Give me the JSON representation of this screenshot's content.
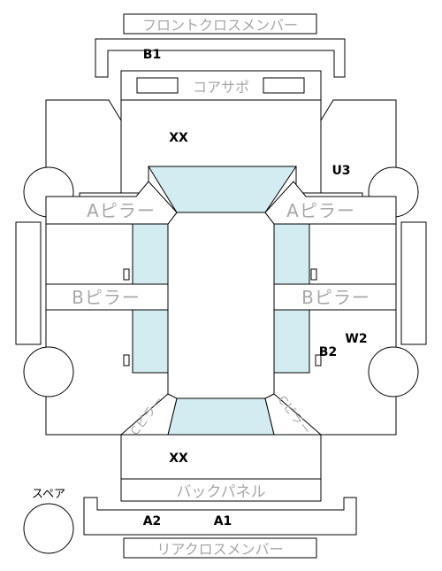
{
  "labels": {
    "front_cross_member": "フロントクロスメンバー",
    "b1": "B1",
    "core_support": "コアサポ",
    "xx_top": "XX",
    "u3": "U3",
    "a_pillar_left": "Aピラー",
    "a_pillar_right": "Aピラー",
    "b_pillar_left": "Bピラー",
    "b_pillar_right": "Bピラー",
    "w2": "W2",
    "b2": "B2",
    "c_pillar_left": "Cピラー",
    "c_pillar_right": "Cピラー",
    "xx_bottom": "XX",
    "back_panel": "バックパネル",
    "spare": "スペア",
    "a2": "A2",
    "a1": "A1",
    "rear_cross_member": "リアクロスメンバー"
  },
  "colors": {
    "glass_fill": "#d3ecf2",
    "outline": "#000000",
    "label_gray": "#a7a7a7"
  }
}
